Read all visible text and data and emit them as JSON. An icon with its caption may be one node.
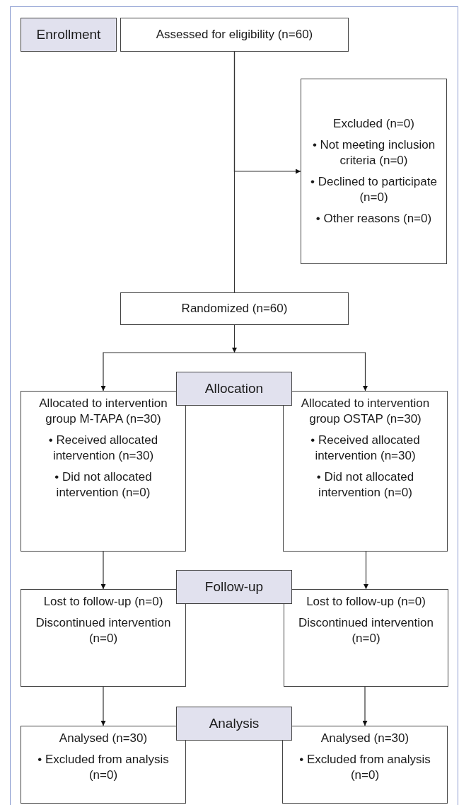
{
  "diagram": {
    "nodes": [
      {
        "text": [
          "Enrollment"
        ]
      },
      {
        "text": [
          "Assessed for eligibility (n=60)"
        ]
      },
      {
        "text": [
          "Excluded (n=0)",
          "• Not meeting inclusion criteria (n=0)",
          "• Declined to participate (n=0)",
          "• Other reasons (n=0)"
        ]
      },
      {
        "text": [
          "Randomized (n=60)"
        ]
      },
      {
        "text": [
          "Allocation"
        ]
      },
      {
        "text": [
          "Allocated to intervention group M-TAPA (n=30)",
          "• Received allocated intervention (n=30)",
          "• Did not allocated intervention (n=0)"
        ]
      },
      {
        "text": [
          "Allocated to intervention group OSTAP (n=30)",
          "• Received allocated intervention (n=30)",
          "• Did not allocated intervention (n=0)"
        ]
      },
      {
        "text": [
          "Follow-up"
        ]
      },
      {
        "text": [
          "Lost to follow-up (n=0)",
          "Discontinued intervention (n=0)"
        ]
      },
      {
        "text": [
          "Lost to follow-up (n=0)",
          "Discontinued intervention (n=0)"
        ]
      },
      {
        "text": [
          "Analysis"
        ]
      },
      {
        "text": [
          "Analysed (n=30)",
          "• Excluded from analysis (n=0)"
        ]
      },
      {
        "text": [
          "Analysed (n=30)",
          "• Excluded from analysis (n=0)"
        ]
      }
    ],
    "edges": [
      {
        "from": 1,
        "to": 3,
        "arrow": "none"
      },
      {
        "from": 1,
        "to": 2,
        "arrow": "to"
      },
      {
        "from": 3,
        "to": 5,
        "arrow": "to"
      },
      {
        "from": 3,
        "to": 6,
        "arrow": "to"
      },
      {
        "from": 5,
        "to": 8,
        "arrow": "to"
      },
      {
        "from": 6,
        "to": 9,
        "arrow": "to"
      },
      {
        "from": 8,
        "to": 11,
        "arrow": "to"
      },
      {
        "from": 9,
        "to": 12,
        "arrow": "to"
      }
    ]
  }
}
